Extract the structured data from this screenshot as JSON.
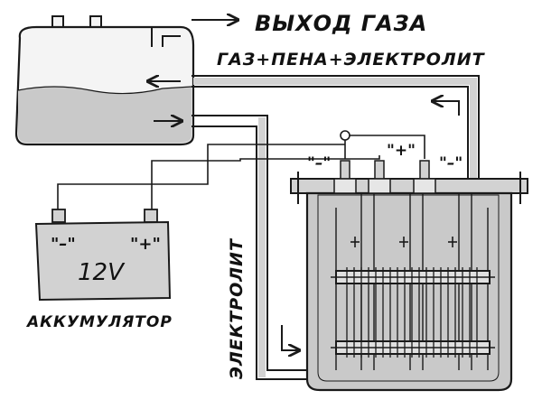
{
  "labels": {
    "gas_outlet": "ВЫХОД ГАЗА",
    "gas_foam_electrolyte": "ГАЗ+ПЕНА+ЭЛЕКТРОЛИТ",
    "battery_voltage": "12V",
    "battery_minus": "\"–\"",
    "battery_plus": "\"+\"",
    "battery_caption": "АККУМУЛЯТОР",
    "electrolyte": "ЭЛЕКТРОЛИТ",
    "cell_minus_left": "\"–\"",
    "cell_plus": "\"+\"",
    "cell_minus_right": "\"–\""
  },
  "colors": {
    "ink": "#1a1a1a",
    "metal_gray": "#d2d2d2",
    "liquid_gray": "#c9c9c9",
    "tank_fill": "#f4f4f4"
  },
  "icons": [
    "arrow-right-icon",
    "arrow-left-icon",
    "arrow-up-icon",
    "arrow-down-icon"
  ]
}
